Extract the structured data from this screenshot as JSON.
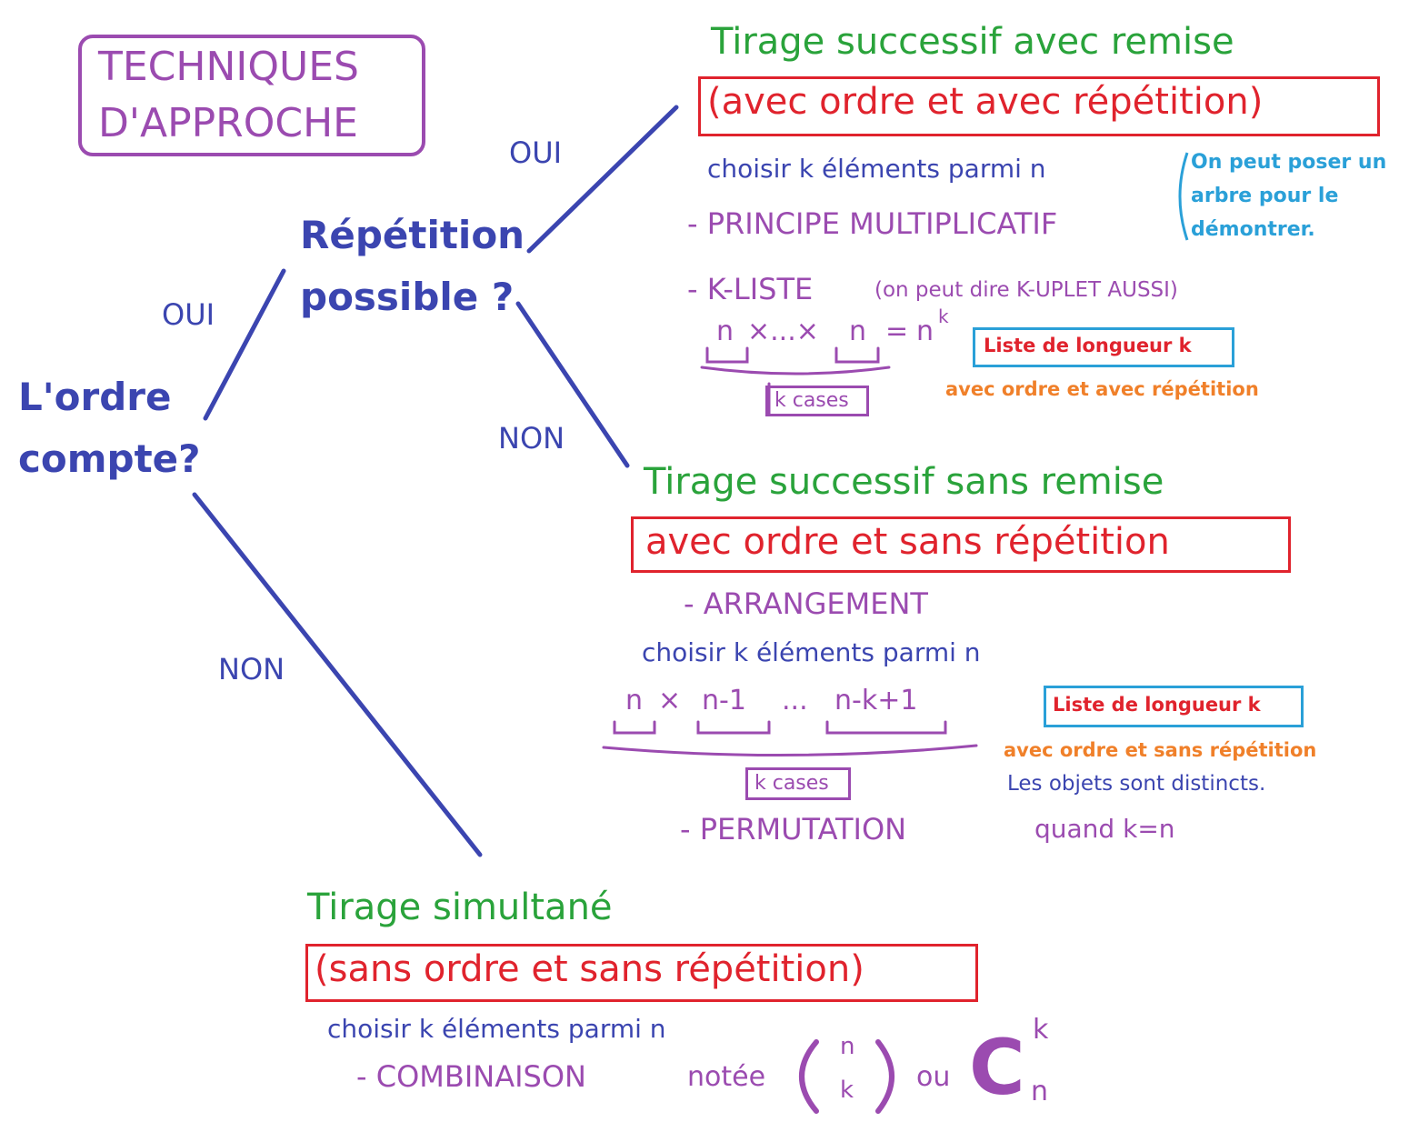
{
  "colors": {
    "title_purple": "#9b4bb0",
    "question_blue": "#3b45b0",
    "heading_green": "#2aa33b",
    "box_red": "#e0232d",
    "note_orange": "#f0802a",
    "note_cyan": "#2aa0d8"
  },
  "title": {
    "line1": "TECHNIQUES",
    "line2": "D'APPROCHE"
  },
  "root": {
    "line1": "L'ordre",
    "line2": "compte?"
  },
  "repetition": {
    "line1": "Répétition",
    "line2": "possible ?"
  },
  "edges": {
    "oui_top": "OUI",
    "oui_left": "OUI",
    "non_mid": "NON",
    "non_low": "NON"
  },
  "branch1": {
    "heading": "Tirage successif avec remise",
    "boxed": "(avec ordre et avec répétition)",
    "choose": "choisir k éléments parmi n",
    "principle": "- PRINCIPE MULTIPLICATIF",
    "note_line1": "On peut poser un",
    "note_line2": "arbre pour le",
    "note_line3": "démontrer.",
    "kliste": "- K-LISTE",
    "kliste_aside": "(on peut dire K-UPLET AUSSI)",
    "formula_n1": "n",
    "formula_mid": "×...×",
    "formula_n2": "n",
    "formula_eq": "=",
    "formula_base": "n",
    "formula_exp": "k",
    "cases": "k cases",
    "list_box": "Liste de longueur k",
    "list_note": "avec ordre et avec répétition"
  },
  "branch2": {
    "heading": "Tirage successif sans remise",
    "boxed": "avec ordre et sans répétition",
    "arrangement": "- ARRANGEMENT",
    "choose": "choisir k éléments parmi n",
    "f1": "n",
    "f_times": "×",
    "f2": "n-1",
    "f_dots": "...",
    "f3": "n-k+1",
    "cases": "k cases",
    "list_box": "Liste de longueur k",
    "list_note": "avec ordre et sans répétition",
    "distinct": "Les objets sont distincts.",
    "permutation": "- PERMUTATION",
    "when": "quand k=n"
  },
  "branch3": {
    "heading": "Tirage simultané",
    "boxed": "(sans ordre et sans répétition)",
    "choose": "choisir k éléments parmi n",
    "combination": "- COMBINAISON",
    "notee": "notée",
    "binom_top": "n",
    "binom_bottom": "k",
    "ou": "ou",
    "c_letter": "C",
    "c_sup": "k",
    "c_sub": "n"
  }
}
